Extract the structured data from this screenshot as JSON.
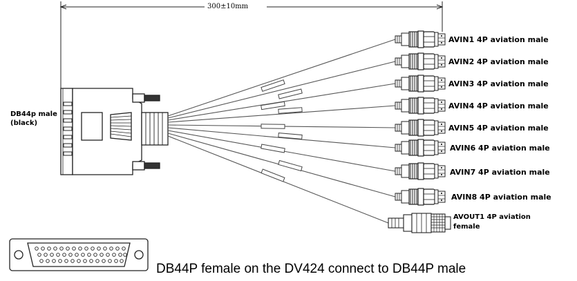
{
  "dimension": {
    "text": "300±10mm"
  },
  "db_connector": {
    "line1": "DB44p male",
    "line2": "(black)"
  },
  "outputs": [
    {
      "label": "AVIN1 4P aviation male"
    },
    {
      "label": "AVIN2 4P aviation male"
    },
    {
      "label": "AVIN3 4P aviation male"
    },
    {
      "label": "AVIN4 4P aviation male"
    },
    {
      "label": "AVIN5 4P aviation male"
    },
    {
      "label": "AVIN6 4P aviation male"
    },
    {
      "label": "AVIN7 4P aviation male"
    },
    {
      "label": "AVIN8 4P aviation male"
    }
  ],
  "avout": {
    "line1": "AVOUT1 4P aviation",
    "line2": "female"
  },
  "caption": {
    "text": "DB44P female on the DV424 connect to DB44P male"
  }
}
